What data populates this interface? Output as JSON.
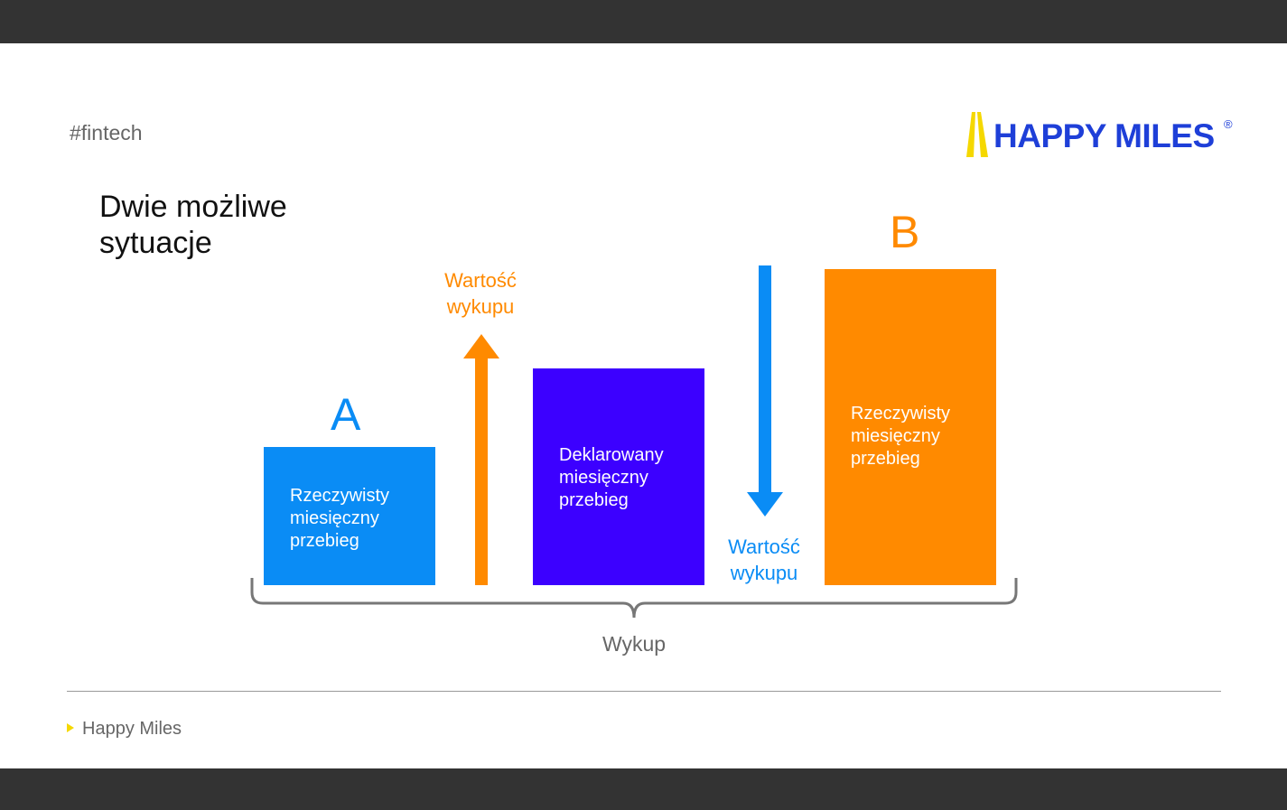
{
  "header": {
    "hashtag": "#fintech"
  },
  "logo": {
    "text": "HAPPY MILES",
    "registered": "®",
    "colors": {
      "text": "#1e3fd8",
      "bars": "#f5d800"
    }
  },
  "title": {
    "line1": "Dwie możliwe",
    "line2": "sytuacje"
  },
  "diagram": {
    "scenario_a": {
      "letter": "A",
      "block": {
        "line1": "Rzeczywisty",
        "line2": "miesięczny",
        "line3": "przebieg"
      },
      "color": "#0a8cf5"
    },
    "arrow_up": {
      "line1": "Wartość",
      "line2": "wykupu",
      "color": "#ff8a00"
    },
    "declared": {
      "block": {
        "line1": "Deklarowany",
        "line2": "miesięczny",
        "line3": "przebieg"
      },
      "color": "#3c00ff"
    },
    "arrow_down": {
      "line1": "Wartość",
      "line2": "wykupu",
      "color": "#0a8cf5"
    },
    "scenario_b": {
      "letter": "B",
      "block": {
        "line1": "Rzeczywisty",
        "line2": "miesięczny",
        "line3": "przebieg"
      },
      "color": "#ff8a00"
    },
    "brace_label": "Wykup"
  },
  "footer": {
    "text": "Happy Miles"
  }
}
